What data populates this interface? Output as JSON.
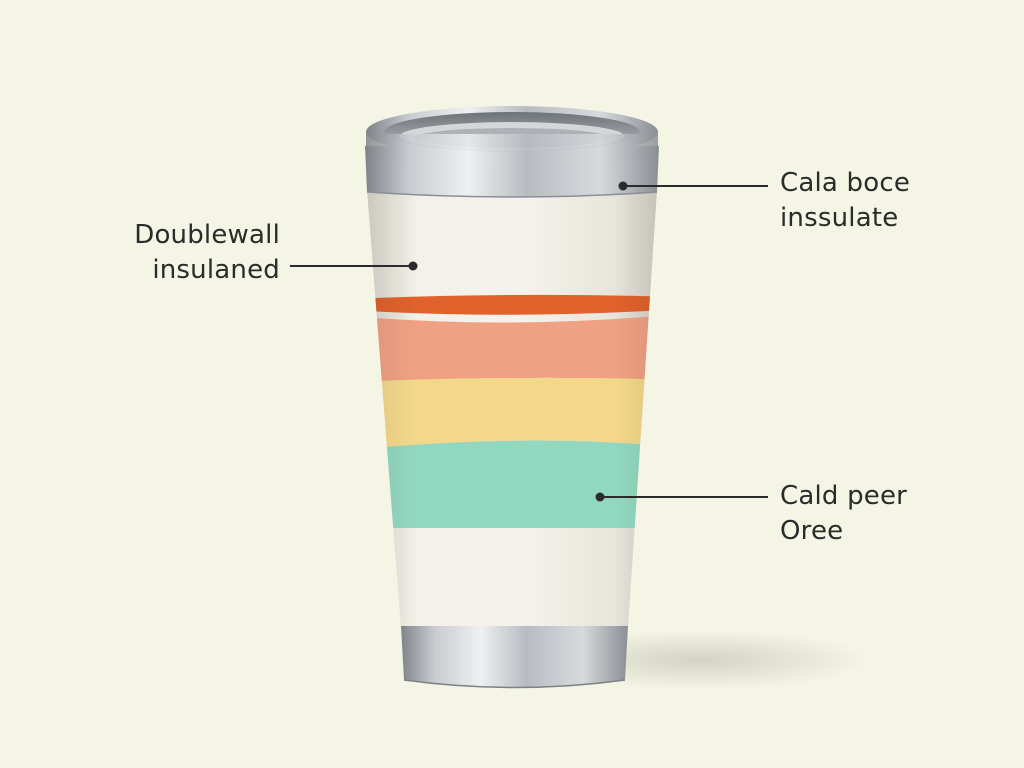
{
  "callouts": {
    "left": {
      "line1": "Doublewall",
      "line2": "insulaned"
    },
    "top_right": {
      "line1": "Cala boce",
      "line2": "inssulate"
    },
    "bottom_right": {
      "line1": "Cald peer",
      "line2": "Oree"
    }
  },
  "colors": {
    "background": "#f5f5e6",
    "tumbler_body": "#f1efe6",
    "stripe_accent": "#e0622c",
    "band_peach": "#f0a183",
    "band_yellow": "#f3d88a",
    "band_mint": "#92d8c0",
    "steel": "#a9adb2",
    "leader_line": "#2b2b2b"
  }
}
